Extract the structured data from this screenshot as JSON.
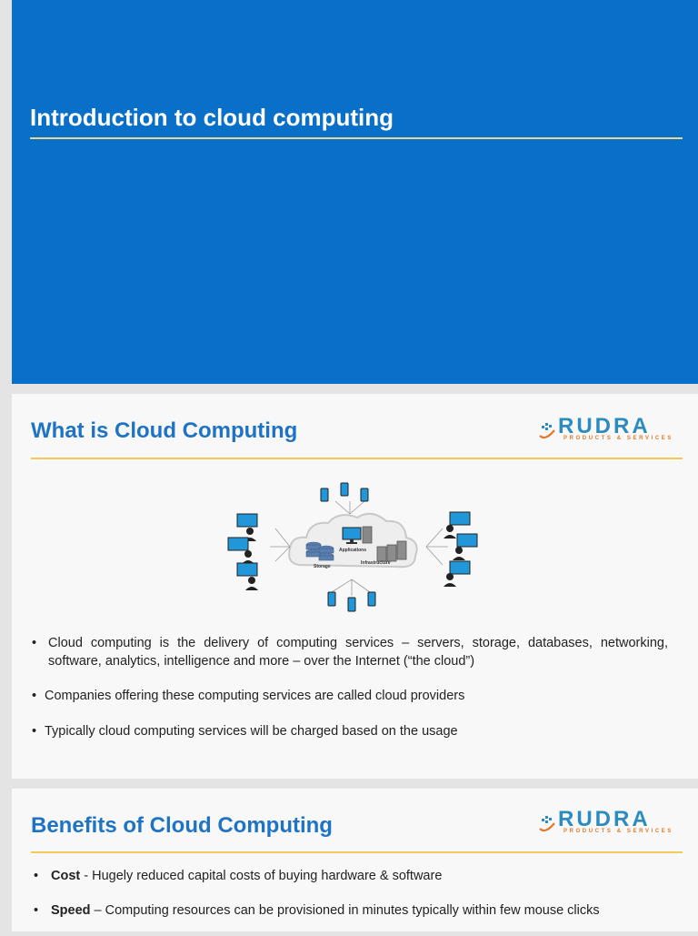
{
  "slide1": {
    "title": "Introduction to cloud computing"
  },
  "slide2": {
    "title": "What is Cloud Computing",
    "logo": {
      "word": "RUDRA",
      "sub": "PRODUCTS & SERVICES"
    },
    "diagram": {
      "applications": "Applications",
      "storage": "Storage",
      "infrastructure": "Infrastructure"
    },
    "bullets": [
      "Cloud computing is the delivery of computing services – servers, storage, databases, networking, software, analytics, intelligence and more – over the Internet (“the cloud”)",
      "Companies offering these computing services are called cloud providers",
      "Typically cloud computing services will be charged based on the usage"
    ]
  },
  "slide3": {
    "title": "Benefits of Cloud Computing",
    "logo": {
      "word": "RUDRA",
      "sub": "PRODUCTS & SERVICES"
    },
    "bullets": [
      {
        "term": "Cost",
        "text": " - Hugely reduced capital costs of buying hardware & software"
      },
      {
        "term": "Speed",
        "text": " – Computing resources can be provisioned in minutes typically within few mouse clicks"
      }
    ]
  },
  "colors": {
    "slide1_bg": "#0870c9",
    "title_blue": "#1f73c4",
    "rule_gold": "#f3c95a",
    "logo_blue": "#2c8bbf",
    "logo_orange": "#e07a2a"
  }
}
